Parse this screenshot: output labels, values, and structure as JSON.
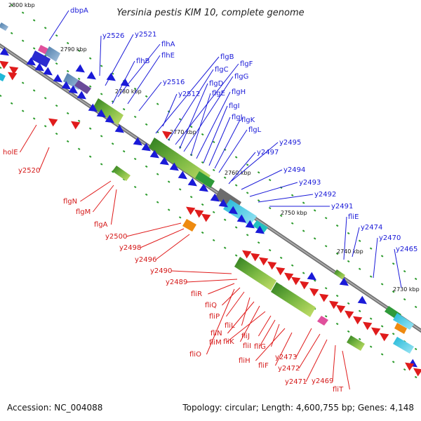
{
  "title": "Yersinia pestis KIM 10, complete genome",
  "accession": "Accession: NC_004088",
  "topology": "Topology: circular; Length: 4,600,755 bp; Genes: 4,148",
  "ticks": [
    "2800 kbp",
    "2790 kbp",
    "2780 kbp",
    "2770 kbp",
    "2760 kbp",
    "2750 kbp",
    "2740 kbp",
    "2730 kbp"
  ],
  "colors": {
    "forward": "#1a1ad8",
    "reverse": "#e01c1c",
    "backbone": "#7a7a7a",
    "gc": "#1f8a1f"
  },
  "forward_labels": [
    "dbpA",
    "y2526",
    "y2521",
    "flhA",
    "flhB",
    "flhE",
    "y2516",
    "y2512",
    "flgB",
    "flgC",
    "flgF",
    "flgD",
    "flgG",
    "flgE",
    "flgH",
    "flgI",
    "flgJ",
    "flgK",
    "flgL",
    "y2495",
    "y2497",
    "y2494",
    "y2493",
    "y2492",
    "y2491",
    "fliE",
    "y2474",
    "y2470",
    "y2465"
  ],
  "reverse_labels": [
    "holE",
    "y2520",
    "flgN",
    "flgM",
    "flgA",
    "y2500",
    "y2498",
    "y2496",
    "y2490",
    "y2489",
    "fliR",
    "fliQ",
    "fliP",
    "fliL",
    "fliN",
    "fliK",
    "fliM",
    "fliJ",
    "fliI",
    "fliG",
    "fliO",
    "fliH",
    "fliF",
    "y2473",
    "y2472",
    "y2471",
    "y2469",
    "fliT"
  ]
}
